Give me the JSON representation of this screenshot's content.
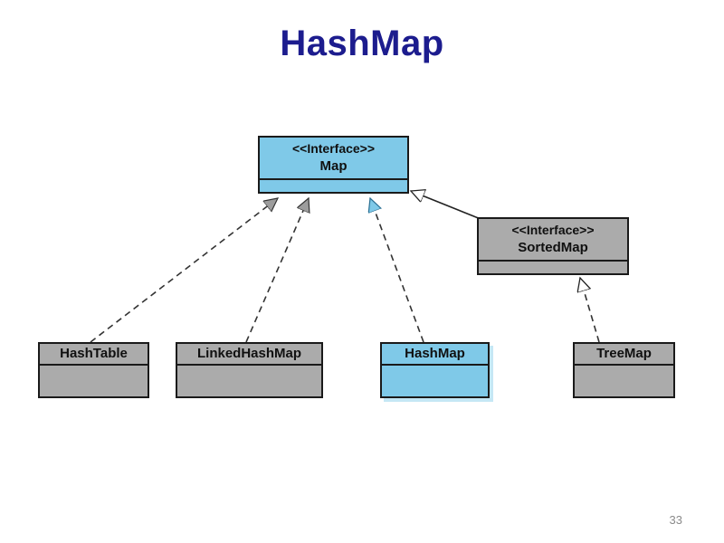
{
  "slide": {
    "title": "HashMap",
    "page_number": "33"
  },
  "diagram": {
    "nodes": {
      "map": {
        "stereotype": "<<Interface>>",
        "name": "Map"
      },
      "sortedmap": {
        "stereotype": "<<Interface>>",
        "name": "SortedMap"
      },
      "hashtable": {
        "name": "HashTable"
      },
      "linkedhashmap": {
        "name": "LinkedHashMap"
      },
      "hashmap": {
        "name": "HashMap"
      },
      "treemap": {
        "name": "TreeMap"
      }
    },
    "edges": [
      {
        "from": "HashTable",
        "to": "Map",
        "type": "dashed-realization"
      },
      {
        "from": "LinkedHashMap",
        "to": "Map",
        "type": "dashed-realization"
      },
      {
        "from": "HashMap",
        "to": "Map",
        "type": "dashed-realization"
      },
      {
        "from": "SortedMap",
        "to": "Map",
        "type": "solid-generalization"
      },
      {
        "from": "TreeMap",
        "to": "SortedMap",
        "type": "dashed-realization"
      }
    ],
    "colors": {
      "interface_highlight_blue": "#7fc9e8",
      "class_gray": "#ababab",
      "title_navy": "#1c1c8e",
      "line_black": "#333333"
    }
  }
}
